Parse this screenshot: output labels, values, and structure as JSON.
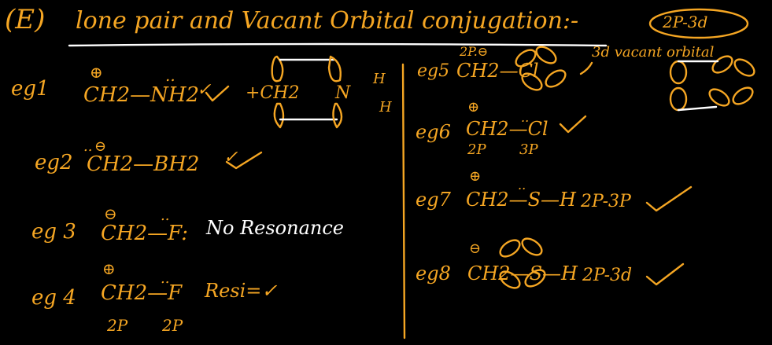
{
  "heading": {
    "label": "(E)",
    "title": "lone pair and Vacant Orbital conjugation:-",
    "tag": "2P-3d"
  },
  "examples": {
    "eg1": {
      "label": "eg1",
      "formula": "CH2—NH2",
      "charge": "⊕",
      "lone_pair": "..",
      "tick": "✓",
      "structure": {
        "left": "+CH2",
        "center": "N",
        "h_top": "H",
        "h_bottom": "H"
      }
    },
    "eg2": {
      "label": "eg2",
      "formula": "CH2—BH2",
      "charge": "⊖",
      "lone_pair": "..",
      "tick": "✓"
    },
    "eg3": {
      "label": "eg 3",
      "formula": "CH2—F:",
      "charge": "⊖",
      "lone_pair": "..",
      "note": "No Resonance"
    },
    "eg4": {
      "label": "eg 4",
      "formula": "CH2—F",
      "charge": "⊕",
      "lone_pair": "..",
      "note": "Resi=✓",
      "orbital_left": "2P",
      "orbital_right": "2P"
    },
    "eg5": {
      "label": "eg5",
      "formula": "CH2—Cl",
      "charge": "2P.⊖",
      "annotation": "3d vacant orbital"
    },
    "eg6": {
      "label": "eg6",
      "formula": "CH2—Cl",
      "charge": "⊕",
      "lone_pair": "..",
      "tick": "✓",
      "orbital_left": "2P",
      "orbital_right": "3P"
    },
    "eg7": {
      "label": "eg7",
      "formula": "CH2—S—H",
      "charge": "⊕",
      "lone_pair": "..",
      "note": "2P-3P",
      "tick": "✓"
    },
    "eg8": {
      "label": "eg8",
      "formula": "CH2—S—H",
      "charge": "⊖",
      "note": "2P-3d",
      "tick": "✓"
    }
  },
  "colors": {
    "background": "#000000",
    "ink": "#f5a623",
    "accent": "#ffffff"
  }
}
